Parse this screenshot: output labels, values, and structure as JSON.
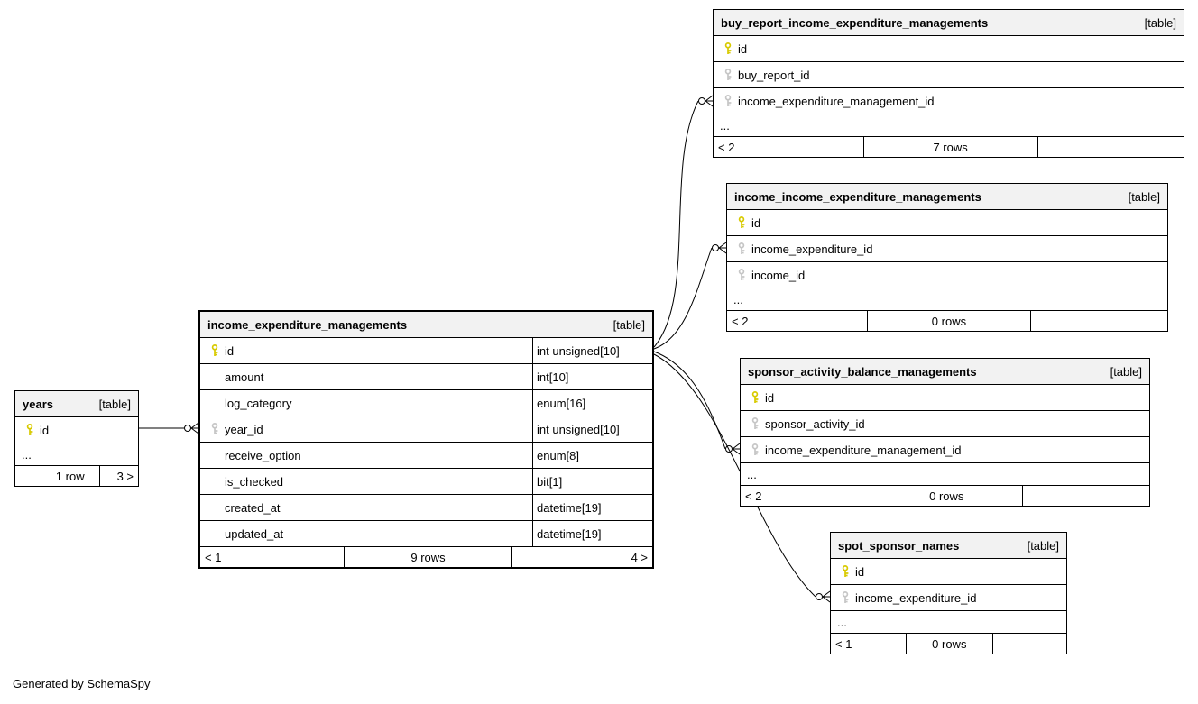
{
  "diagram": {
    "generated_by": "Generated by SchemaSpy",
    "key_colors": {
      "primary": "#d8ca00",
      "foreign": "#c6c6c6"
    },
    "tables": {
      "years": {
        "name": "years",
        "tag": "[table]",
        "columns": [
          {
            "name": "id",
            "key": "primary-key-icon"
          }
        ],
        "ellipsis": "...",
        "footer": {
          "left": "",
          "center": "1 row",
          "right": "3 >"
        }
      },
      "income_expenditure_managements": {
        "name": "income_expenditure_managements",
        "tag": "[table]",
        "columns": [
          {
            "name": "id",
            "type": "int unsigned[10]",
            "key": "primary-key-icon"
          },
          {
            "name": "amount",
            "type": "int[10]"
          },
          {
            "name": "log_category",
            "type": "enum[16]"
          },
          {
            "name": "year_id",
            "type": "int unsigned[10]",
            "key": "foreign-key-icon"
          },
          {
            "name": "receive_option",
            "type": "enum[8]"
          },
          {
            "name": "is_checked",
            "type": "bit[1]"
          },
          {
            "name": "created_at",
            "type": "datetime[19]"
          },
          {
            "name": "updated_at",
            "type": "datetime[19]"
          }
        ],
        "footer": {
          "left": "< 1",
          "center": "9 rows",
          "right": "4 >"
        }
      },
      "buy_report_income_expenditure_managements": {
        "name": "buy_report_income_expenditure_managements",
        "tag": "[table]",
        "columns": [
          {
            "name": "id",
            "key": "primary-key-icon"
          },
          {
            "name": "buy_report_id",
            "key": "foreign-key-icon"
          },
          {
            "name": "income_expenditure_management_id",
            "key": "foreign-key-icon"
          }
        ],
        "ellipsis": "...",
        "footer": {
          "left": "< 2",
          "center": "7 rows",
          "right": ""
        }
      },
      "income_income_expenditure_managements": {
        "name": "income_income_expenditure_managements",
        "tag": "[table]",
        "columns": [
          {
            "name": "id",
            "key": "primary-key-icon"
          },
          {
            "name": "income_expenditure_id",
            "key": "foreign-key-icon"
          },
          {
            "name": "income_id",
            "key": "foreign-key-icon"
          }
        ],
        "ellipsis": "...",
        "footer": {
          "left": "< 2",
          "center": "0 rows",
          "right": ""
        }
      },
      "sponsor_activity_balance_managements": {
        "name": "sponsor_activity_balance_managements",
        "tag": "[table]",
        "columns": [
          {
            "name": "id",
            "key": "primary-key-icon"
          },
          {
            "name": "sponsor_activity_id",
            "key": "foreign-key-icon"
          },
          {
            "name": "income_expenditure_management_id",
            "key": "foreign-key-icon"
          }
        ],
        "ellipsis": "...",
        "footer": {
          "left": "< 2",
          "center": "0 rows",
          "right": ""
        }
      },
      "spot_sponsor_names": {
        "name": "spot_sponsor_names",
        "tag": "[table]",
        "columns": [
          {
            "name": "id",
            "key": "primary-key-icon"
          },
          {
            "name": "income_expenditure_id",
            "key": "foreign-key-icon"
          }
        ],
        "ellipsis": "...",
        "footer": {
          "left": "< 1",
          "center": "0 rows",
          "right": ""
        }
      }
    },
    "relationships": [
      {
        "from": "years.id",
        "to": "income_expenditure_managements.year_id"
      },
      {
        "from": "income_expenditure_managements.id",
        "to": "buy_report_income_expenditure_managements.income_expenditure_management_id"
      },
      {
        "from": "income_expenditure_managements.id",
        "to": "income_income_expenditure_managements.income_expenditure_id"
      },
      {
        "from": "income_expenditure_managements.id",
        "to": "sponsor_activity_balance_managements.income_expenditure_management_id"
      },
      {
        "from": "income_expenditure_managements.id",
        "to": "spot_sponsor_names.income_expenditure_id"
      }
    ]
  }
}
